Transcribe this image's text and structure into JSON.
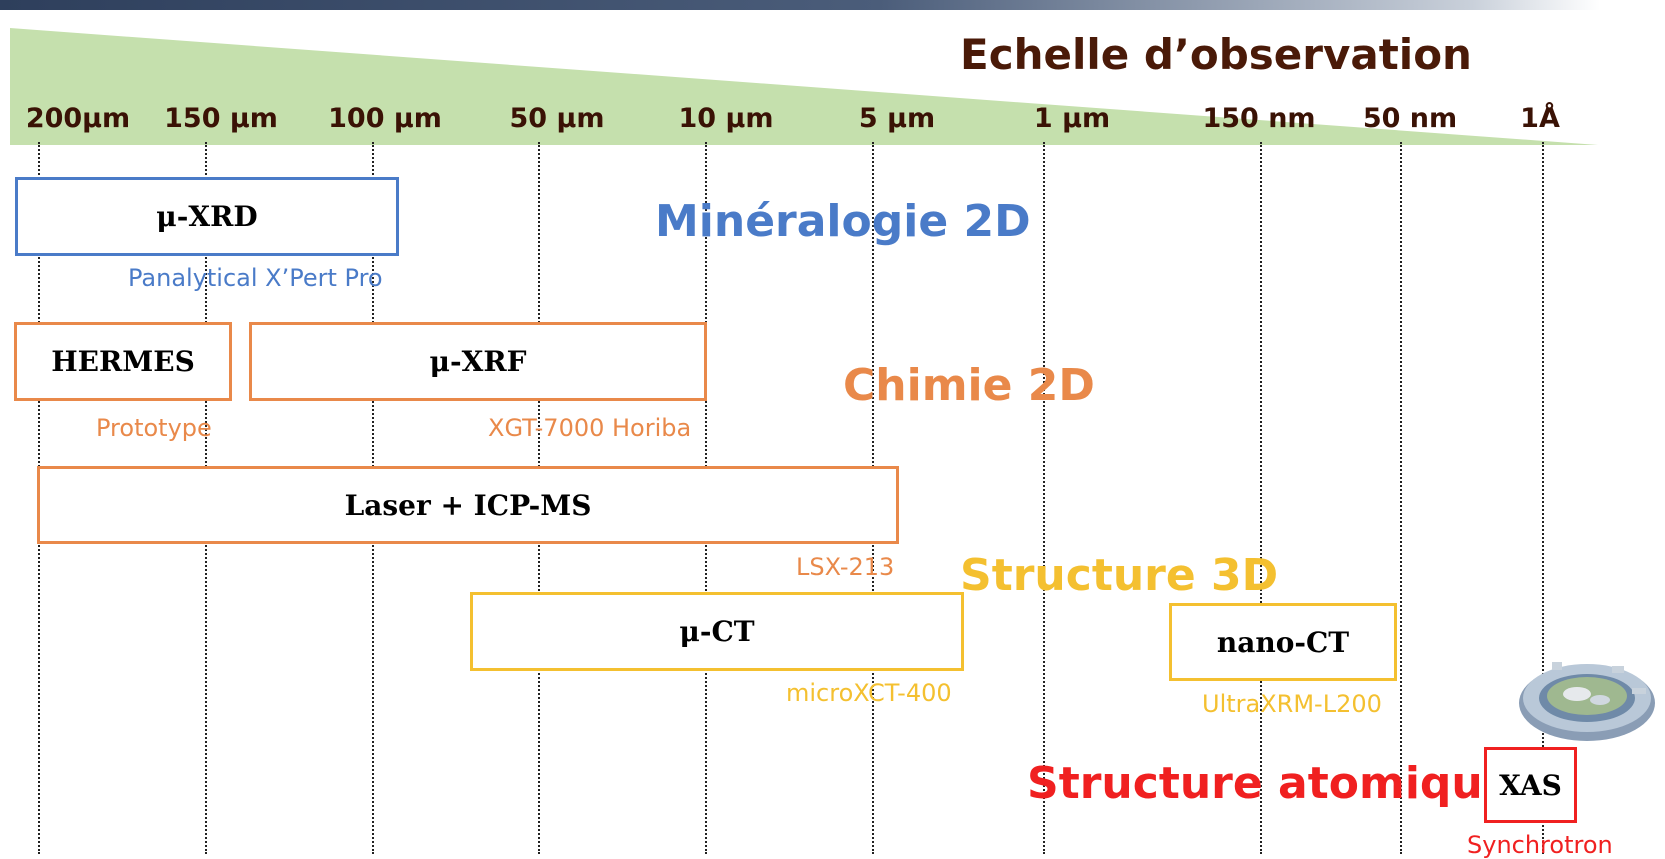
{
  "title": "Echelle d’observation",
  "scale_labels": [
    "200μm",
    "150 μm",
    "100 μm",
    "50 μm",
    "10 μm",
    "5 μm",
    "1 μm",
    "150 nm",
    "50 nm",
    "1Å"
  ],
  "categories": {
    "mineralogy": "Minéralogie 2D",
    "chemistry": "Chimie 2D",
    "structure3d": "Structure 3D",
    "atomic": "Structure atomique"
  },
  "techniques": {
    "uxrd": {
      "label": "μ-XRD",
      "instrument": "Panalytical X’Pert Pro"
    },
    "hermes": {
      "label": "HERMES",
      "instrument": "Prototype"
    },
    "uxrf": {
      "label": "μ-XRF",
      "instrument": "XGT-7000 Horiba"
    },
    "laser": {
      "label": "Laser + ICP-MS",
      "instrument": "LSX-213"
    },
    "uct": {
      "label": "μ-CT",
      "instrument": "microXCT-400"
    },
    "nanoct": {
      "label": "nano-CT",
      "instrument": "UltraXRM-L200"
    },
    "xas": {
      "label": "XAS",
      "instrument": "Synchrotron"
    }
  },
  "colors": {
    "mineralogy": "#4a7bc8",
    "chemistry": "#e9894a",
    "structure3d": "#f4c030",
    "atomic": "#f02020",
    "wedge": "#c5e0ad",
    "title": "#4a1a08"
  }
}
